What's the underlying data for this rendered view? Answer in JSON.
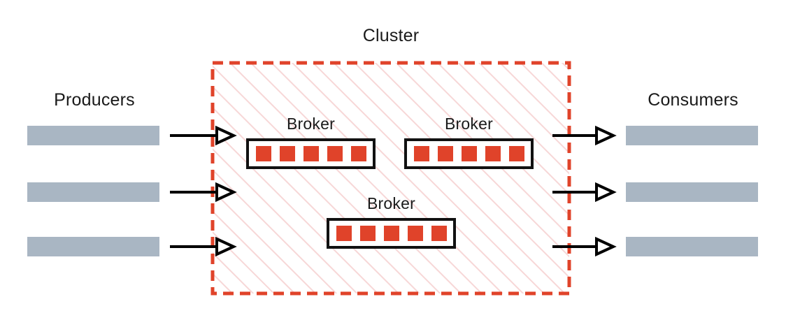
{
  "diagram": {
    "title_producers": "Producers",
    "title_consumers": "Consumers",
    "title_cluster": "Cluster",
    "colors": {
      "endpoint_bar": "#a9b6c3",
      "partition": "#e0432a",
      "cluster_border": "#e0432a",
      "cluster_hatch": "#f7d7d7",
      "broker_border": "#111111",
      "arrow": "#000000",
      "text": "#1a1a1a",
      "background": "#ffffff"
    }
  },
  "producers": {
    "label": "Producers",
    "bars": [
      {
        "name": "producer-bar-1"
      },
      {
        "name": "producer-bar-2"
      },
      {
        "name": "producer-bar-3"
      }
    ]
  },
  "consumers": {
    "label": "Consumers",
    "bars": [
      {
        "name": "consumer-bar-1"
      },
      {
        "name": "consumer-bar-2"
      },
      {
        "name": "consumer-bar-3"
      }
    ]
  },
  "cluster": {
    "label": "Cluster",
    "brokers": [
      {
        "label": "Broker",
        "partitions": 5
      },
      {
        "label": "Broker",
        "partitions": 5
      },
      {
        "label": "Broker",
        "partitions": 5
      }
    ]
  },
  "arrows": {
    "inbound_count": 3,
    "outbound_count": 3
  }
}
